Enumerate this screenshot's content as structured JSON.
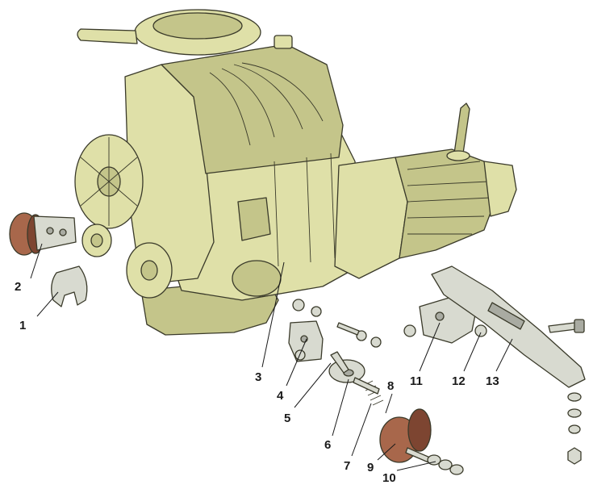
{
  "colors": {
    "engine": "#dfe0a8",
    "engine_shade": "#c4c58a",
    "engine_dark": "#a7a86c",
    "rubber": "#a8674b",
    "rubber_dark": "#7d4531",
    "metal": "#d8dad0",
    "metal_dark": "#a9aba2"
  },
  "callouts": [
    {
      "id": "c1",
      "label": "1"
    },
    {
      "id": "c2",
      "label": "2"
    },
    {
      "id": "c3",
      "label": "3"
    },
    {
      "id": "c4",
      "label": "4"
    },
    {
      "id": "c5",
      "label": "5"
    },
    {
      "id": "c6",
      "label": "6"
    },
    {
      "id": "c7",
      "label": "7"
    },
    {
      "id": "c8",
      "label": "8"
    },
    {
      "id": "c9",
      "label": "9"
    },
    {
      "id": "c10",
      "label": "10"
    },
    {
      "id": "c11",
      "label": "11"
    },
    {
      "id": "c12",
      "label": "12"
    },
    {
      "id": "c13",
      "label": "13"
    }
  ]
}
